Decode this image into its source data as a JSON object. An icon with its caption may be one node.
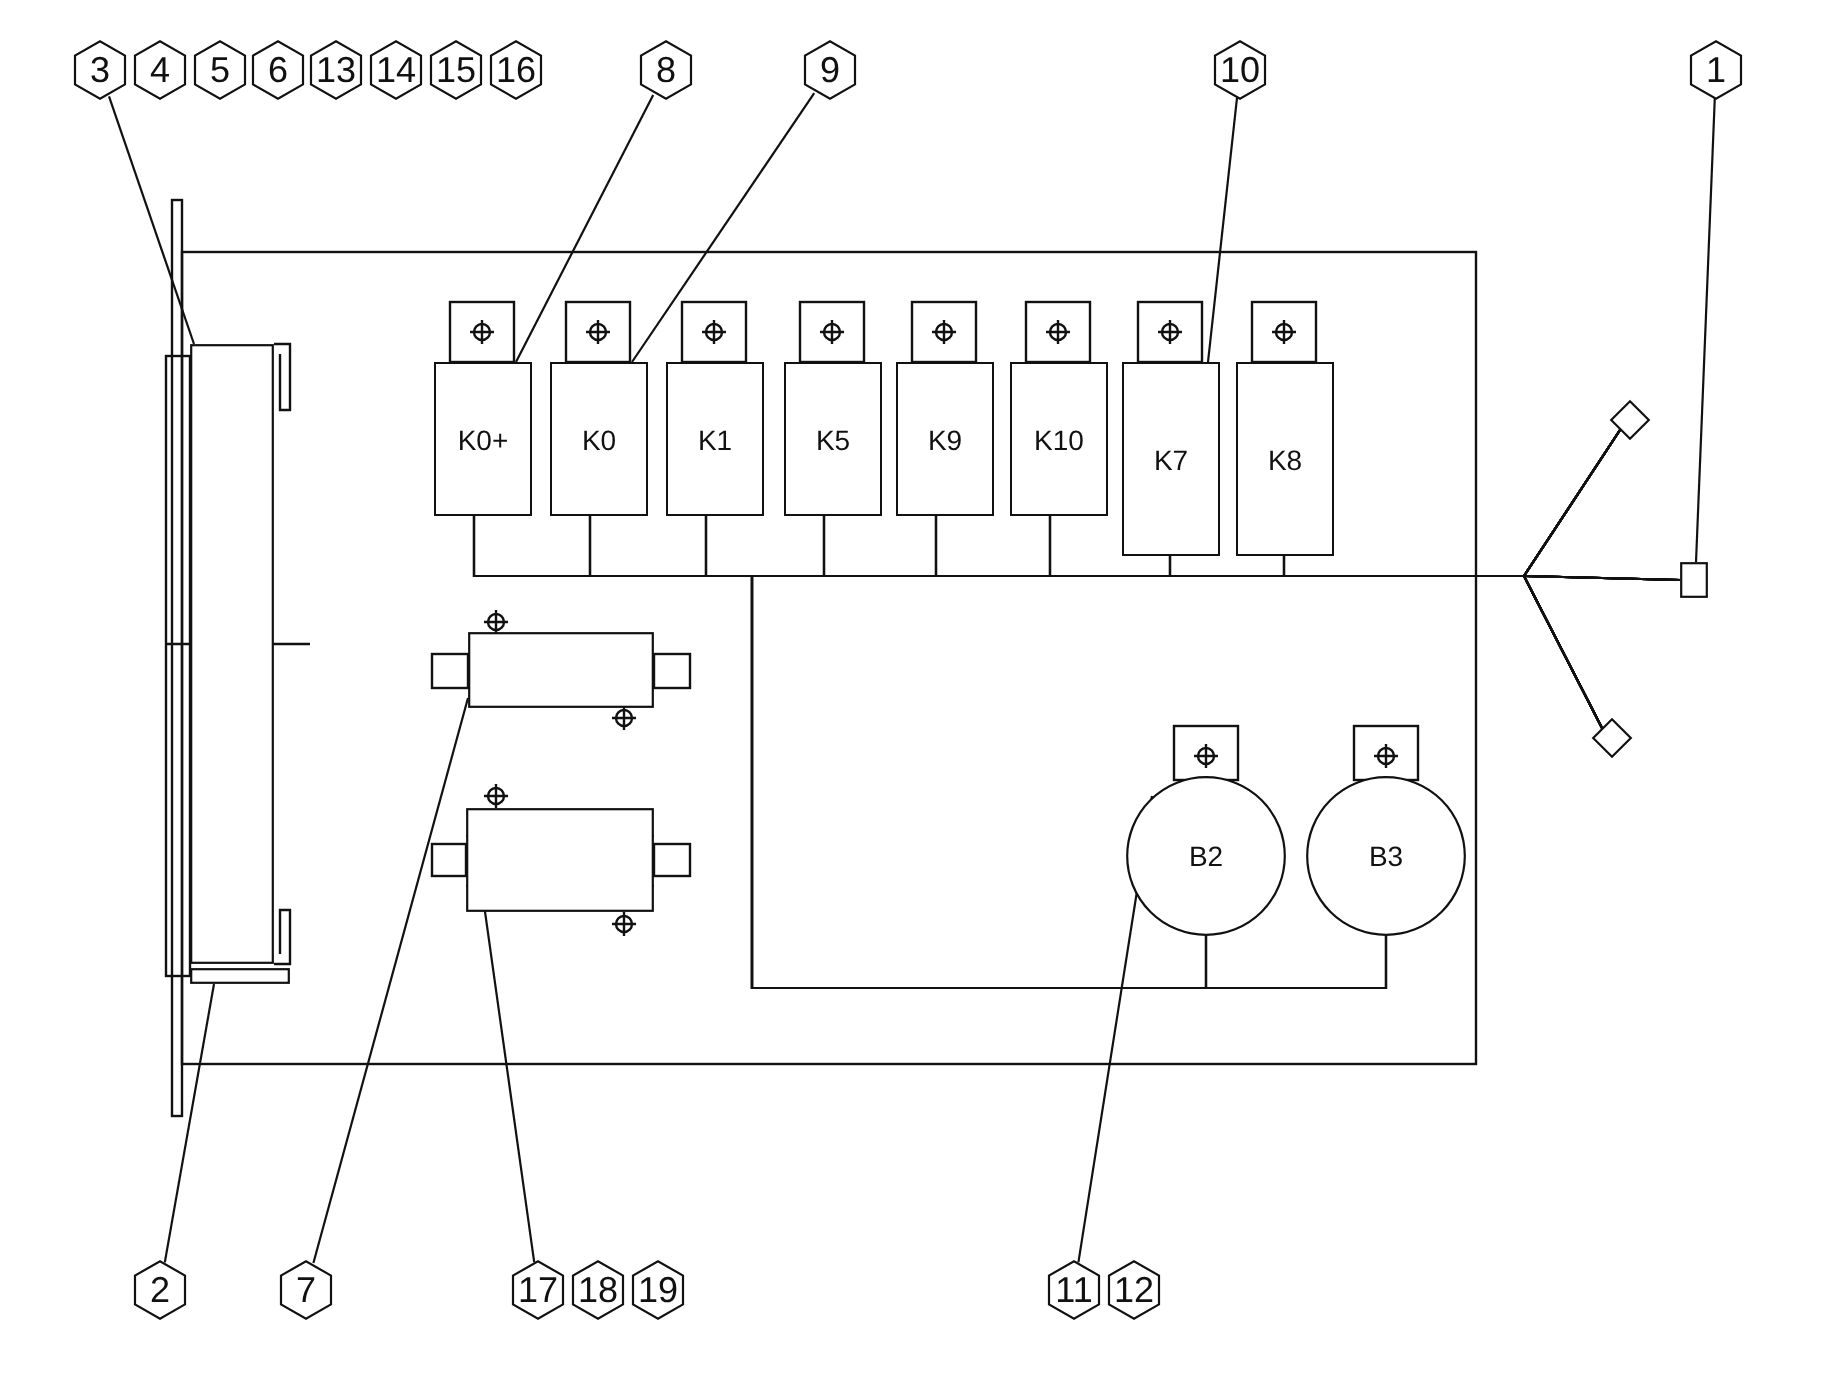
{
  "diagram": {
    "nodes": [
      {
        "text": [
          "3"
        ]
      },
      {
        "text": [
          "4"
        ]
      },
      {
        "text": [
          "5"
        ]
      },
      {
        "text": [
          "6"
        ]
      },
      {
        "text": [
          "13"
        ]
      },
      {
        "text": [
          "14"
        ]
      },
      {
        "text": [
          "15"
        ]
      },
      {
        "text": [
          "16"
        ]
      },
      {
        "text": [
          "8"
        ]
      },
      {
        "text": [
          "9"
        ]
      },
      {
        "text": [
          "10"
        ]
      },
      {
        "text": [
          "1"
        ]
      },
      {
        "text": [
          "K0+"
        ]
      },
      {
        "text": [
          "K0"
        ]
      },
      {
        "text": [
          "K1"
        ]
      },
      {
        "text": [
          "K5"
        ]
      },
      {
        "text": [
          "K9"
        ]
      },
      {
        "text": [
          "K10"
        ]
      },
      {
        "text": [
          "K7"
        ]
      },
      {
        "text": [
          "K8"
        ]
      },
      {
        "text": [
          "B2"
        ]
      },
      {
        "text": [
          "B3"
        ]
      },
      {
        "text": [
          "2"
        ]
      },
      {
        "text": [
          "7"
        ]
      },
      {
        "text": [
          "17"
        ]
      },
      {
        "text": [
          "18"
        ]
      },
      {
        "text": [
          "19"
        ]
      },
      {
        "text": [
          "11"
        ]
      },
      {
        "text": [
          "12"
        ]
      },
      {
        "text": [],
        "shape": "box"
      },
      {
        "text": [],
        "shape": "bar"
      },
      {
        "text": [],
        "shape": "box"
      },
      {
        "text": [],
        "shape": "diamond"
      },
      {
        "text": [],
        "shape": "diamond"
      },
      {
        "text": [],
        "shape": "box"
      },
      {
        "text": [],
        "shape": "box"
      }
    ],
    "edges": [
      {
        "from": 0,
        "to": 29,
        "arrow": "none"
      },
      {
        "from": 8,
        "to": 12,
        "arrow": "none"
      },
      {
        "from": 9,
        "to": 13,
        "arrow": "none"
      },
      {
        "from": 10,
        "to": 18,
        "arrow": "none"
      },
      {
        "from": 11,
        "to": 31,
        "arrow": "none"
      },
      {
        "from": 22,
        "to": 30,
        "arrow": "none"
      },
      {
        "from": 23,
        "to": 34,
        "arrow": "none"
      },
      {
        "from": 24,
        "to": 35,
        "arrow": "none"
      },
      {
        "from": 27,
        "to": 20,
        "arrow": "none"
      },
      {
        "from": 12,
        "to": 32,
        "arrow": "none"
      },
      {
        "from": 12,
        "to": 31,
        "arrow": "none"
      },
      {
        "from": 12,
        "to": 33,
        "arrow": "none"
      },
      {
        "from": 13,
        "to": 32,
        "arrow": "none"
      },
      {
        "from": 13,
        "to": 31,
        "arrow": "none"
      },
      {
        "from": 13,
        "to": 33,
        "arrow": "none"
      },
      {
        "from": 14,
        "to": 32,
        "arrow": "none"
      },
      {
        "from": 14,
        "to": 31,
        "arrow": "none"
      },
      {
        "from": 14,
        "to": 33,
        "arrow": "none"
      },
      {
        "from": 15,
        "to": 32,
        "arrow": "none"
      },
      {
        "from": 15,
        "to": 31,
        "arrow": "none"
      },
      {
        "from": 15,
        "to": 33,
        "arrow": "none"
      },
      {
        "from": 16,
        "to": 32,
        "arrow": "none"
      },
      {
        "from": 16,
        "to": 31,
        "arrow": "none"
      },
      {
        "from": 16,
        "to": 33,
        "arrow": "none"
      },
      {
        "from": 17,
        "to": 32,
        "arrow": "none"
      },
      {
        "from": 17,
        "to": 31,
        "arrow": "none"
      },
      {
        "from": 17,
        "to": 33,
        "arrow": "none"
      },
      {
        "from": 18,
        "to": 32,
        "arrow": "none"
      },
      {
        "from": 18,
        "to": 31,
        "arrow": "none"
      },
      {
        "from": 18,
        "to": 33,
        "arrow": "none"
      },
      {
        "from": 19,
        "to": 32,
        "arrow": "none"
      },
      {
        "from": 19,
        "to": 31,
        "arrow": "none"
      },
      {
        "from": 19,
        "to": 33,
        "arrow": "none"
      },
      {
        "from": 20,
        "to": 32,
        "arrow": "none"
      },
      {
        "from": 20,
        "to": 31,
        "arrow": "none"
      },
      {
        "from": 20,
        "to": 33,
        "arrow": "none"
      },
      {
        "from": 21,
        "to": 32,
        "arrow": "none"
      },
      {
        "from": 21,
        "to": 31,
        "arrow": "none"
      },
      {
        "from": 21,
        "to": 33,
        "arrow": "none"
      }
    ]
  }
}
